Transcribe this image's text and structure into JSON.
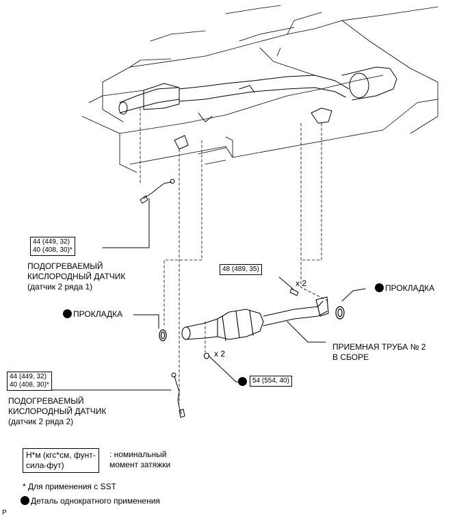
{
  "torque_sensor_1": {
    "line1": "44 (449, 32)",
    "line2": "40 (408, 30)*"
  },
  "sensor_1": {
    "line1": "ПОДОГРЕВАЕМЫЙ",
    "line2": "КИСЛОРОДНЫЙ ДАТЧИК",
    "line3": "(датчик 2 ряда 1)"
  },
  "torque_bolt": "48 (489, 35)",
  "bolt_qty": "x 2",
  "gasket_right": "ПРОКЛАДКА",
  "gasket_left": "ПРОКЛАДКА",
  "pipe": {
    "line1": "ПРИЕМНАЯ ТРУБА № 2",
    "line2": "В СБОРЕ"
  },
  "nut_qty": "x 2",
  "torque_nut": "54 (554, 40)",
  "torque_sensor_2": {
    "line1": "44 (449, 32)",
    "line2": "40 (408, 30)*"
  },
  "sensor_2": {
    "line1": "ПОДОГРЕВАЕМЫЙ",
    "line2": "КИСЛОРОДНЫЙ ДАТЧИК",
    "line3": "(датчик 2 ряда 2)"
  },
  "legend": {
    "unit_box_line1": "Н*м (кгс*см, фунт-",
    "unit_box_line2": "сила-фут)",
    "unit_desc_line1": ": номинальный",
    "unit_desc_line2": "момент затяжки",
    "sst_note": "* Для применения с SST",
    "nonreusable_note": "Деталь однократного применения"
  },
  "corner_mark": "P"
}
